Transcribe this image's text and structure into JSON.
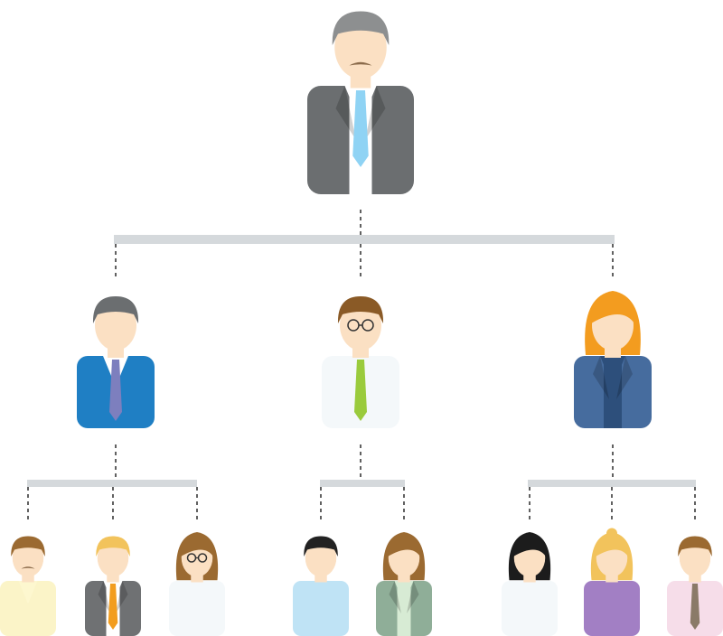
{
  "diagram": {
    "type": "org-chart",
    "nodes": [
      {
        "id": "n0",
        "parent": null,
        "level": 0,
        "avatar": "male-executive-icon",
        "hair": "gray",
        "attire": "gray-suit",
        "shirt": "#ffffff",
        "tie": "#8fd3f4",
        "colors": {
          "jacket": "#6b6e70",
          "hair": "#8d8f90"
        }
      },
      {
        "id": "n1",
        "parent": "n0",
        "level": 1,
        "avatar": "male-manager-icon",
        "hair": "gray",
        "attire": "blue-sweater",
        "shirt": "#ffffff",
        "tie": "#7d7fbe",
        "colors": {
          "jacket": "#1f7fc4",
          "hair": "#6b6e70"
        }
      },
      {
        "id": "n2",
        "parent": "n0",
        "level": 1,
        "avatar": "male-glasses-icon",
        "hair": "brown",
        "attire": "white-shirt",
        "shirt": "#f4f8fa",
        "tie": "#9acb3c",
        "colors": {
          "jacket": "#f4f8fa",
          "hair": "#8a5a26"
        }
      },
      {
        "id": "n3",
        "parent": "n0",
        "level": 1,
        "avatar": "female-manager-icon",
        "hair": "orange",
        "attire": "blue-blazer",
        "shirt": "#2d4f7b",
        "tie": null,
        "colors": {
          "jacket": "#466c9e",
          "hair": "#f39c1f"
        }
      },
      {
        "id": "n4",
        "parent": "n1",
        "level": 2,
        "avatar": "male-mustache-icon",
        "hair": "brown",
        "attire": "yellow-shirt",
        "shirt": "#fdf7cf",
        "tie": null,
        "colors": {
          "jacket": "#fbf4c8",
          "hair": "#9b6a31"
        }
      },
      {
        "id": "n5",
        "parent": "n1",
        "level": 2,
        "avatar": "male-blond-icon",
        "hair": "blond",
        "attire": "gray-suit",
        "shirt": "#ffffff",
        "tie": "#f29d1f",
        "colors": {
          "jacket": "#6f7173",
          "hair": "#f2c35c"
        }
      },
      {
        "id": "n6",
        "parent": "n1",
        "level": 2,
        "avatar": "female-glasses-icon",
        "hair": "brown",
        "attire": "white-blouse",
        "shirt": "#f4f8fa",
        "tie": null,
        "colors": {
          "jacket": "#f4f8fa",
          "hair": "#9b6a31"
        }
      },
      {
        "id": "n7",
        "parent": "n2",
        "level": 2,
        "avatar": "male-dark-hair-icon",
        "hair": "black",
        "attire": "light-blue-shirt",
        "shirt": "#bfe3f5",
        "tie": null,
        "colors": {
          "jacket": "#bfe3f5",
          "hair": "#222222"
        }
      },
      {
        "id": "n8",
        "parent": "n2",
        "level": 2,
        "avatar": "female-long-hair-icon",
        "hair": "brown",
        "attire": "green-jacket",
        "shirt": "#d7ebd4",
        "tie": null,
        "colors": {
          "jacket": "#8fae98",
          "hair": "#9b6a31"
        }
      },
      {
        "id": "n9",
        "parent": "n3",
        "level": 2,
        "avatar": "female-black-hair-icon",
        "hair": "black",
        "attire": "white-blouse",
        "shirt": "#f4f8fa",
        "tie": null,
        "colors": {
          "jacket": "#f4f8fa",
          "hair": "#1c1c1c"
        }
      },
      {
        "id": "n10",
        "parent": "n3",
        "level": 2,
        "avatar": "female-blond-bun-icon",
        "hair": "blond",
        "attire": "purple-top",
        "shirt": "#a27fc4",
        "tie": null,
        "colors": {
          "jacket": "#a27fc4",
          "hair": "#f2c35c"
        }
      },
      {
        "id": "n11",
        "parent": "n3",
        "level": 2,
        "avatar": "male-tie-pink-shirt-icon",
        "hair": "brown",
        "attire": "pink-shirt",
        "shirt": "#f6dde9",
        "tie": "#8a7a68",
        "colors": {
          "jacket": "#f6dde9",
          "hair": "#9b6a31"
        }
      }
    ]
  }
}
